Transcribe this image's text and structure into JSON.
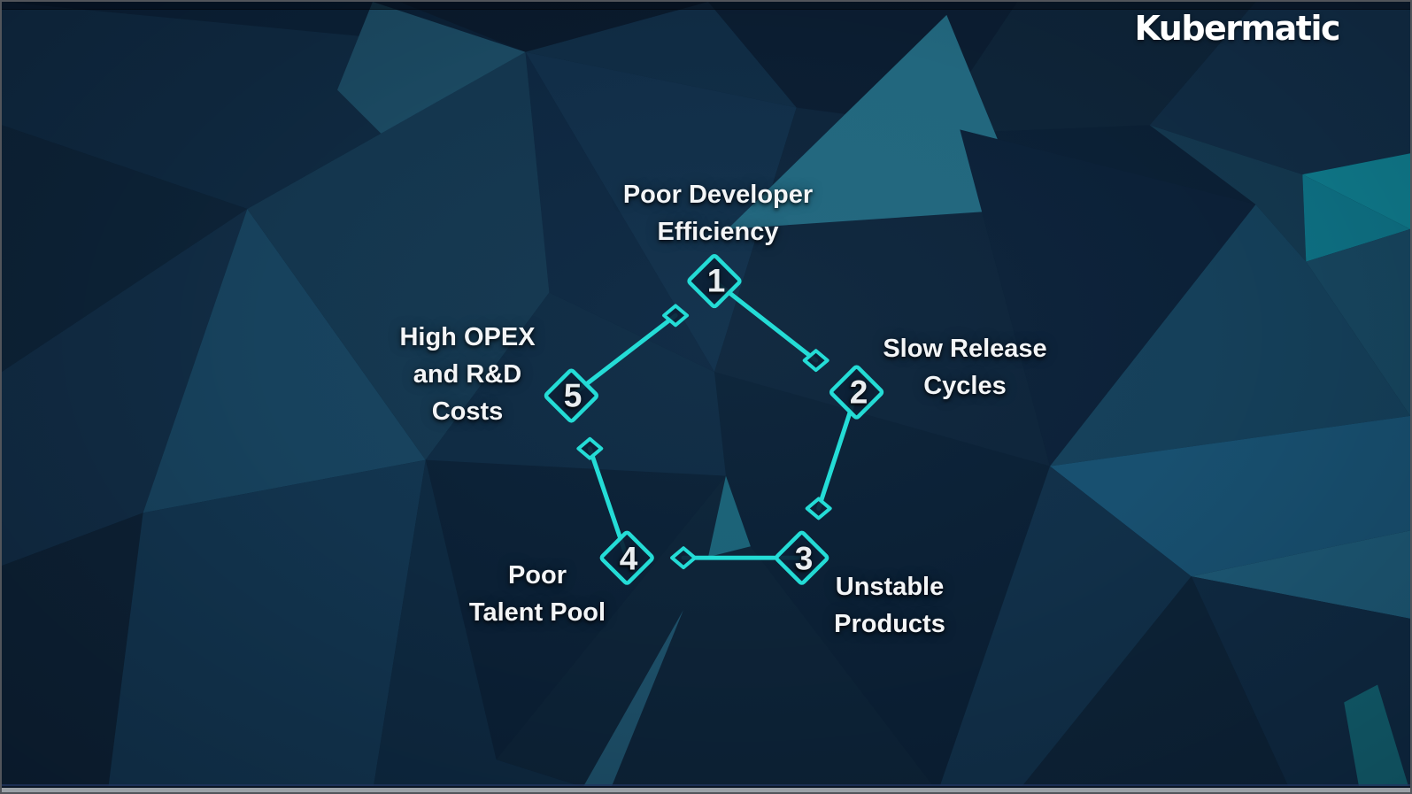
{
  "brand": {
    "logo_text": "Kubermatic",
    "logo_color": "#ffffff"
  },
  "diagram": {
    "type": "cycle",
    "accent_color": "#24dcd6",
    "node_number_color": "#e9edf0",
    "label_color": "#f3f5f7",
    "nodes": [
      {
        "number": "1",
        "label_lines": [
          "Poor Developer",
          "Efficiency",
          ""
        ]
      },
      {
        "number": "2",
        "label_lines": [
          "Slow Release",
          "Cycles",
          ""
        ]
      },
      {
        "number": "3",
        "label_lines": [
          "Unstable",
          "Products",
          ""
        ]
      },
      {
        "number": "4",
        "label_lines": [
          "Poor",
          "Talent Pool",
          ""
        ]
      },
      {
        "number": "5",
        "label_lines": [
          "High OPEX",
          "and R&D",
          "Costs"
        ]
      }
    ],
    "flow_order": [
      "1",
      "2",
      "3",
      "4",
      "5"
    ]
  },
  "background": {
    "style": "low-poly-triangles",
    "base_color": "#0b1f33",
    "dark_facet_color": "#0c2138",
    "steel_facet_color": "#17465f",
    "teal_accent_color": "#0f7b8c",
    "bottom_strip_color": "#9ba1a7"
  }
}
